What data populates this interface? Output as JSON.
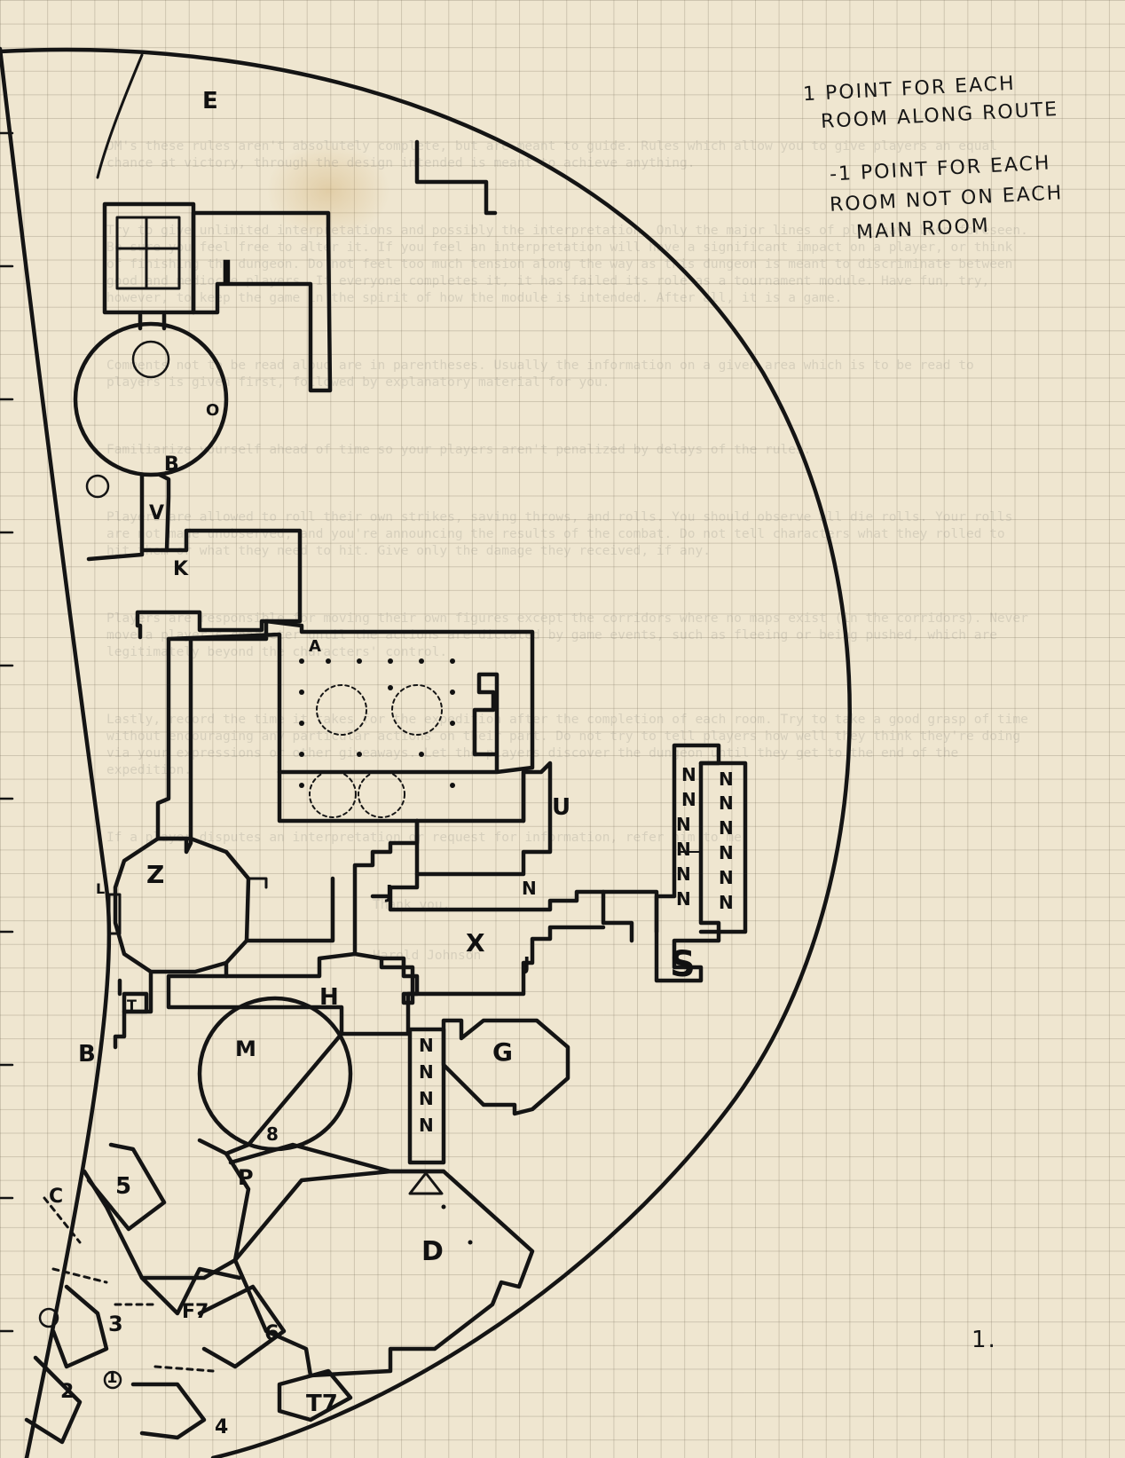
{
  "notes": {
    "line1": "1 POINT FOR EACH",
    "line2": "ROOM ALONG ROUTE",
    "line3": "-1 POINT FOR EACH",
    "line4": "ROOM NOT ON EACH",
    "line5": "MAIN ROOM"
  },
  "page_number": "1.",
  "room_labels": {
    "E": "E",
    "I": "I",
    "O": "O",
    "B1": "B",
    "V": "V",
    "K": "K",
    "A": "A",
    "Z": "Z",
    "L": "L",
    "T1": "T",
    "B2": "B",
    "M": "M",
    "H": "H",
    "G": "G",
    "U": "U",
    "J1": "J",
    "J2": "J",
    "X": "X",
    "S": "S",
    "P": "P",
    "D": "D",
    "C": "C",
    "F": "F7",
    "T2": "T7",
    "n1": "1",
    "n2": "2",
    "n3": "3",
    "n4": "4",
    "n5": "5",
    "n6": "6",
    "n8": "8",
    "N": "N"
  },
  "bleed_text": [
    "DM's these rules aren't absolutely complete, but are meant to guide. Rules which allow you to give players an equal chance at victory, through the design intended is meant to achieve anything.",
    "Try to give unlimited interpretations and possibly the interpretation. Only the major lines of play have been foreseen. Be sure you feel free to alter it. If you feel an interpretation will have a significant impact on a player, or think of finishing the dungeon. Do not feel too much tension along the way as this dungeon is meant to discriminate between good and mediocre players. If everyone completes it, it has failed its role as a tournament module. Have fun, try, however, to keep the game in the spirit of how the module is intended. After all, it is a game.",
    "Comments not to be read aloud are in parentheses. Usually the information on a given area which is to be read to players is given first, followed by explanatory material for you.",
    "Familiarize yourself ahead of time so your players aren't penalized by delays of the rules.",
    "Players are allowed to roll their own strikes, saving throws, and rolls. You should observe all die rolls. Your rolls are not made unobserved, and you're announcing the results of the combat. Do not tell characters what they rolled to hit them or what they need to hit. Give only the damage they received, if any.",
    "Players are responsible for moving their own figures except the corridors where no maps exist (in the corridors). Never move a player's character until the actions are dictated by game events, such as fleeing or being pushed, which are legitimately beyond the characters' control.",
    "Lastly, record the time it takes for the expedition after the completion of each room. Try to take a good grasp of time without encouraging any particular actions on their part. Do not try to tell players how well they think they're doing via your expressions or other giveaways. Let the players discover the dungeon until they get to the end of the expedition.",
    "If a player disputes an interpretation or request for information, refer him to me.",
    "Thank you,",
    "Harold Johnson"
  ]
}
